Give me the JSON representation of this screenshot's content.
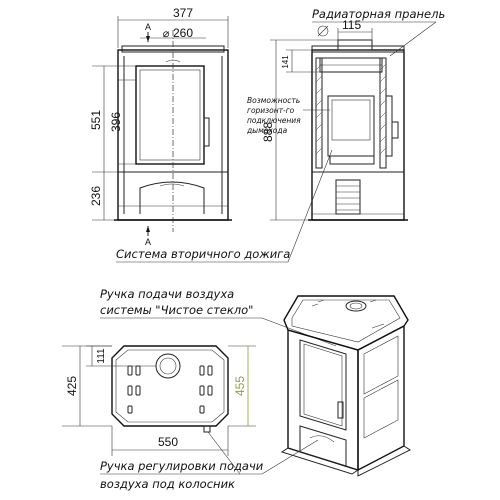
{
  "front_view": {
    "dim_width": "377",
    "dim_top": "260",
    "dim_glass_height": "396",
    "dim_upper": "551",
    "dim_lower": "236",
    "section_mark_top": "A",
    "section_mark_bottom": "A"
  },
  "section_view": {
    "label_radiator": "Радиаторная пранель",
    "dim_flue": "115",
    "dim_141": "141",
    "dim_total_height": "888",
    "note_line1": "Возможность",
    "note_line2": "горизонт-го",
    "note_line3": "подключения",
    "note_line4": "дымохода"
  },
  "label_secondary_burn": "Система вторичного дожига",
  "label_air_handle_line1": "Ручка подачи воздуха",
  "label_air_handle_line2": "системы \"Чистое стекло\"",
  "plan_view": {
    "dim_111": "111",
    "dim_depth": "425",
    "dim_455": "455",
    "dim_width": "550"
  },
  "label_grate_handle_line1": "Ручка регулировки подачи",
  "label_grate_handle_line2": "воздуха под колосник",
  "colors": {
    "line": "#222222",
    "accent_dim": "#9a9a3a"
  }
}
